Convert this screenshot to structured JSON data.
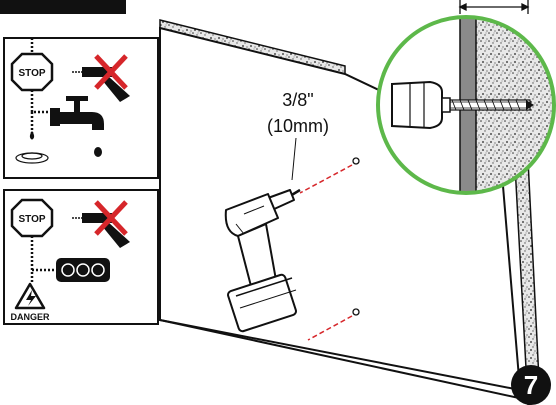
{
  "drill_size": {
    "line1": "3/8\"",
    "line2": "(10mm)"
  },
  "warning_panels": [
    {
      "stop_label": "STOP",
      "hazard": "water-pipe-icon"
    },
    {
      "stop_label": "STOP",
      "hazard": "electrical-outlet-icon",
      "danger_label": "DANGER"
    }
  ],
  "step_number": "7",
  "icons": [
    "stop-sign-icon",
    "no-drill-icon",
    "faucet-icon",
    "outlet-icon",
    "high-voltage-icon",
    "drill-icon"
  ],
  "colors": {
    "accent_green": "#5db84a",
    "guide_red": "#d6262a",
    "ink": "#111111"
  }
}
